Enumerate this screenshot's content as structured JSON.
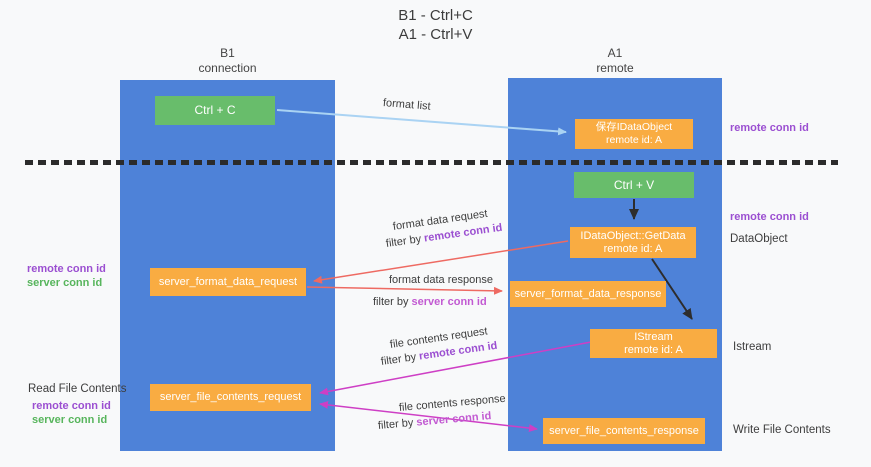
{
  "title": {
    "line1": "B1 - Ctrl+C",
    "line2": "A1 - Ctrl+V"
  },
  "columns": {
    "left": {
      "name": "B1",
      "role": "connection"
    },
    "right": {
      "name": "A1",
      "role": "remote"
    }
  },
  "boxes": {
    "ctrl_c": {
      "label": "Ctrl + C"
    },
    "ctrl_v": {
      "label": "Ctrl + V"
    },
    "save_dataobject": {
      "line1": "保存IDataObject",
      "line2": "remote id: A"
    },
    "getdata": {
      "line1": "IDataObject::GetData",
      "line2": "remote id: A"
    },
    "istream": {
      "line1": "IStream",
      "line2": "remote id: A"
    },
    "server_format_data_request": {
      "label": "server_format_data_request"
    },
    "server_format_data_response": {
      "label": "server_format_data_response"
    },
    "server_file_contents_request": {
      "label": "server_file_contents_request"
    },
    "server_file_contents_response": {
      "label": "server_file_contents_response"
    }
  },
  "arrows": {
    "format_list": "format list",
    "format_data_request": "format data request",
    "format_data_response": "format data response",
    "file_contents_request": "file contents request",
    "file_contents_response": "file contents response"
  },
  "filters": {
    "prefix": "filter by ",
    "remote": "remote conn id",
    "server": "server conn id"
  },
  "side_labels": {
    "remote_conn_id": "remote conn id",
    "server_conn_id": "server conn id",
    "dataobject": "DataObject",
    "istream": "Istream",
    "read_file_contents": "Read File Contents",
    "write_file_contents": "Write File Contents"
  },
  "colors": {
    "column_blue": "#4e82d8",
    "box_green": "#68bd6b",
    "box_orange": "#f9ac42",
    "arrow_lightblue": "#aad3f3",
    "arrow_red": "#ee6a62",
    "arrow_magenta": "#ce3fc5",
    "arrow_black": "#2d2d2d",
    "label_purple": "#9b4fd1",
    "label_green": "#57b55c",
    "label_orchid": "#c25ad2"
  }
}
